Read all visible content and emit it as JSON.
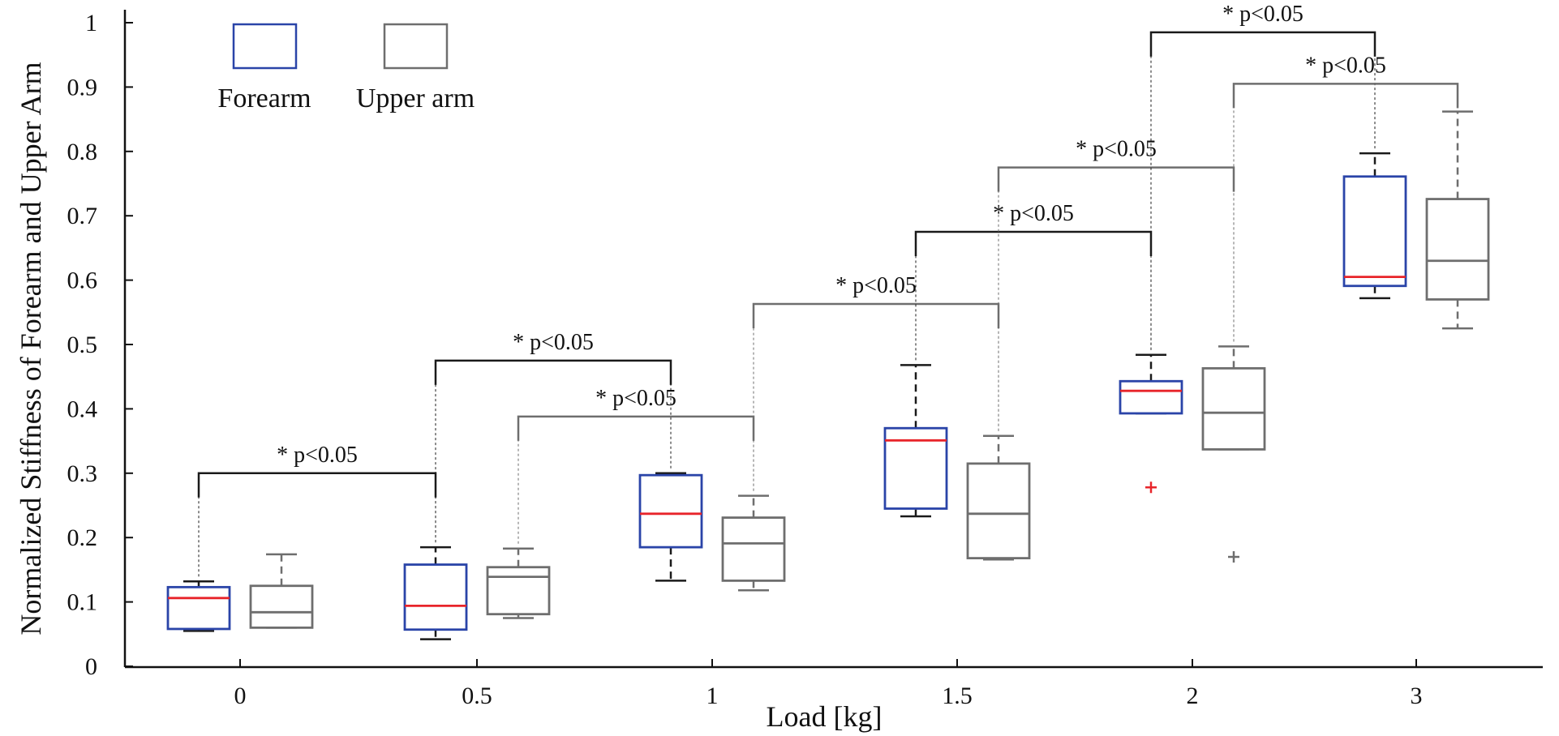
{
  "chart_data": {
    "type": "box",
    "xlabel": "Load [kg]",
    "ylabel": "Normalized Stiffness of Forearm and Upper Arm",
    "ylim": [
      0,
      1
    ],
    "y_ticks": [
      "0",
      "0.1",
      "0.2",
      "0.3",
      "0.4",
      "0.5",
      "0.6",
      "0.7",
      "0.8",
      "0.9",
      "1"
    ],
    "categories": [
      "0",
      "0.5",
      "1",
      "1.5",
      "2",
      "3"
    ],
    "series": [
      {
        "name": "Forearm",
        "box_color": "#2a44a8",
        "median_color": "#e8242a",
        "whisker_color": "#1a1a1a",
        "boxes": [
          {
            "min": 0.055,
            "q1": 0.058,
            "median": 0.106,
            "q3": 0.123,
            "max": 0.132,
            "outliers": []
          },
          {
            "min": 0.042,
            "q1": 0.057,
            "median": 0.094,
            "q3": 0.158,
            "max": 0.185,
            "outliers": []
          },
          {
            "min": 0.133,
            "q1": 0.185,
            "median": 0.237,
            "q3": 0.297,
            "max": 0.3,
            "outliers": []
          },
          {
            "min": 0.233,
            "q1": 0.245,
            "median": 0.351,
            "q3": 0.37,
            "max": 0.468,
            "outliers": []
          },
          {
            "min": 0.393,
            "q1": 0.393,
            "median": 0.428,
            "q3": 0.443,
            "max": 0.484,
            "outliers": [
              0.278
            ]
          },
          {
            "min": 0.572,
            "q1": 0.591,
            "median": 0.605,
            "q3": 0.761,
            "max": 0.797,
            "outliers": []
          }
        ]
      },
      {
        "name": "Upper arm",
        "box_color": "#6e6e6e",
        "median_color": "#6e6e6e",
        "whisker_color": "#6e6e6e",
        "boxes": [
          {
            "min": 0.06,
            "q1": 0.06,
            "median": 0.084,
            "q3": 0.125,
            "max": 0.174,
            "outliers": []
          },
          {
            "min": 0.075,
            "q1": 0.081,
            "median": 0.139,
            "q3": 0.154,
            "max": 0.183,
            "outliers": []
          },
          {
            "min": 0.118,
            "q1": 0.133,
            "median": 0.191,
            "q3": 0.231,
            "max": 0.265,
            "outliers": []
          },
          {
            "min": 0.166,
            "q1": 0.168,
            "median": 0.237,
            "q3": 0.315,
            "max": 0.358,
            "outliers": []
          },
          {
            "min": 0.337,
            "q1": 0.337,
            "median": 0.394,
            "q3": 0.463,
            "max": 0.497,
            "outliers": [
              0.17
            ]
          },
          {
            "min": 0.525,
            "q1": 0.57,
            "median": 0.63,
            "q3": 0.726,
            "max": 0.862,
            "outliers": []
          }
        ]
      }
    ],
    "significance": [
      {
        "label": "* p<0.05",
        "from": {
          "series": 0,
          "group": 0
        },
        "to": {
          "series": 0,
          "group": 1
        },
        "bar_y": 0.3,
        "color": "#1a1a1a"
      },
      {
        "label": "* p<0.05",
        "from": {
          "series": 0,
          "group": 1
        },
        "to": {
          "series": 0,
          "group": 2
        },
        "bar_y": 0.475,
        "color": "#1a1a1a"
      },
      {
        "label": "* p<0.05",
        "from": {
          "series": 1,
          "group": 1
        },
        "to": {
          "series": 1,
          "group": 2
        },
        "bar_y": 0.388,
        "color": "#6e6e6e"
      },
      {
        "label": "* p<0.05",
        "from": {
          "series": 1,
          "group": 2
        },
        "to": {
          "series": 1,
          "group": 3
        },
        "bar_y": 0.563,
        "color": "#6e6e6e"
      },
      {
        "label": "* p<0.05",
        "from": {
          "series": 0,
          "group": 3
        },
        "to": {
          "series": 0,
          "group": 4
        },
        "bar_y": 0.675,
        "color": "#1a1a1a"
      },
      {
        "label": "* p<0.05",
        "from": {
          "series": 1,
          "group": 3
        },
        "to": {
          "series": 1,
          "group": 4
        },
        "bar_y": 0.775,
        "color": "#6e6e6e"
      },
      {
        "label": "* p<0.05",
        "from": {
          "series": 0,
          "group": 4
        },
        "to": {
          "series": 0,
          "group": 5
        },
        "bar_y": 0.985,
        "color": "#1a1a1a"
      },
      {
        "label": "* p<0.05",
        "from": {
          "series": 1,
          "group": 4
        },
        "to": {
          "series": 1,
          "group": 5
        },
        "bar_y": 0.905,
        "color": "#6e6e6e"
      }
    ],
    "legend": {
      "position": "top-left",
      "entries": [
        "Forearm",
        "Upper arm"
      ]
    }
  }
}
